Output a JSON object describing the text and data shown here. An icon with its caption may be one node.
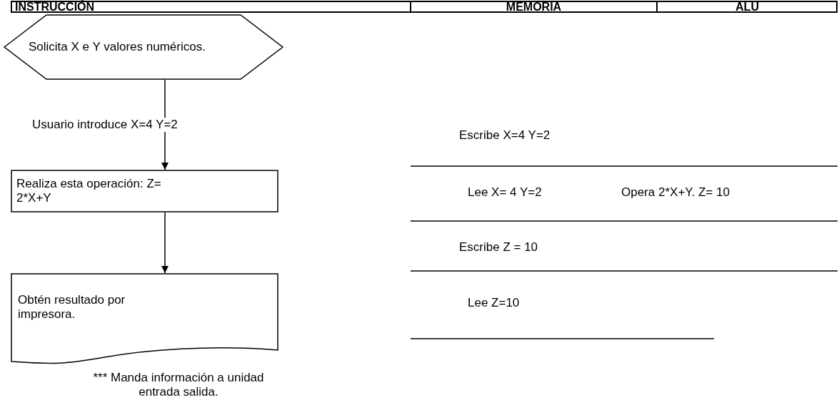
{
  "diagram": {
    "nodes": [
      {
        "text": [
          "Solicita X e Y valores numéricos."
        ]
      },
      {
        "text": [
          "Realiza esta operación: Z= 2*X+Y"
        ]
      },
      {
        "text": [
          "Obtén resultado por impresora."
        ],
        "beside": [
          "*** Manda información a unidad entrada salida."
        ]
      }
    ],
    "edges": [
      {
        "from": 0,
        "to": 1,
        "arrow": "to",
        "label": "Usuario introduce X=4 Y=2"
      },
      {
        "from": 1,
        "to": 2,
        "arrow": "to"
      }
    ],
    "labels": [
      "INSTRUCCIÓN",
      "MEMORIA",
      "ALU",
      "Escribe X=4 Y=2",
      "Lee X= 4 Y=2",
      "Opera 2*X+Y. Z= 10",
      "Escribe Z = 10",
      "Lee Z=10"
    ]
  }
}
